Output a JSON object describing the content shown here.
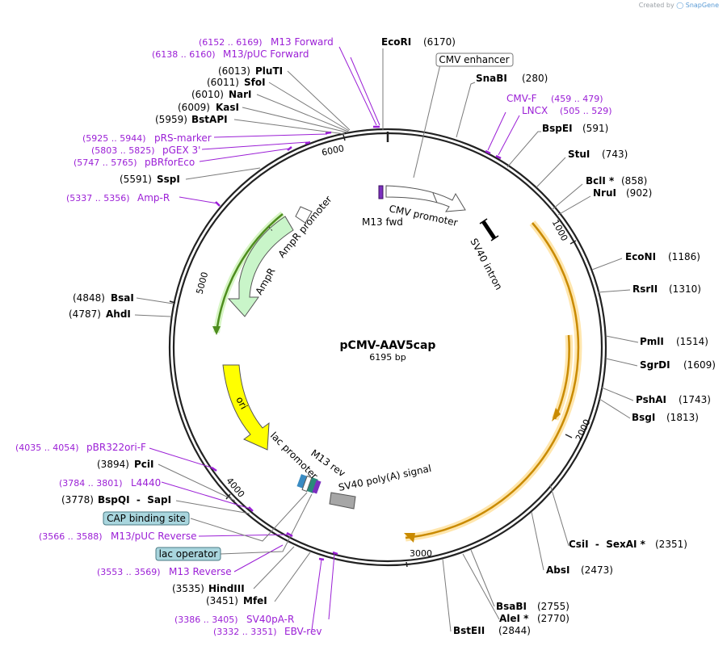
{
  "credit": {
    "prefix": "Created by",
    "brand": "SnapGene"
  },
  "plasmid": {
    "name": "pCMV-AAV5cap",
    "length_label": "6195 bp",
    "length": 6195
  },
  "colors": {
    "site": "#000000",
    "primer": "#9b1fd6",
    "orf": "#ffb21a",
    "amp": "#c9f5c9",
    "ori": "#ffff00",
    "promoter": "#ffffff",
    "terminator": "#a6a6a6"
  },
  "ticks": [
    "1000",
    "2000",
    "3000",
    "4000",
    "5000",
    "6000"
  ],
  "enzymes": [
    {
      "name": "EcoRI",
      "pos": "(6170)"
    },
    {
      "name": "SnaBI",
      "pos": "(280)"
    },
    {
      "name": "BspEI",
      "pos": "(591)"
    },
    {
      "name": "StuI",
      "pos": "(743)"
    },
    {
      "name": "BclI *",
      "pos": "(858)"
    },
    {
      "name": "NruI",
      "pos": "(902)"
    },
    {
      "name": "EcoNI",
      "pos": "(1186)"
    },
    {
      "name": "RsrII",
      "pos": "(1310)"
    },
    {
      "name": "PmlI",
      "pos": "(1514)"
    },
    {
      "name": "SgrDI",
      "pos": "(1609)"
    },
    {
      "name": "PshAI",
      "pos": "(1743)"
    },
    {
      "name": "BsgI",
      "pos": "(1813)"
    },
    {
      "name": "CsiI  -  SexAI *",
      "pos": "(2351)"
    },
    {
      "name": "AbsI",
      "pos": "(2473)"
    },
    {
      "name": "BsaBI",
      "pos": "(2755)"
    },
    {
      "name": "AleI *",
      "pos": "(2770)"
    },
    {
      "name": "BstEII",
      "pos": "(2844)"
    },
    {
      "name": "MfeI",
      "pos": "(3451)"
    },
    {
      "name": "HindIII",
      "pos": "(3535)"
    },
    {
      "name": "BspQI  -  SapI",
      "pos": "(3778)"
    },
    {
      "name": "PciI",
      "pos": "(3894)"
    },
    {
      "name": "AhdI",
      "pos": "(4787)"
    },
    {
      "name": "BsaI",
      "pos": "(4848)"
    },
    {
      "name": "SspI",
      "pos": "(5591)"
    },
    {
      "name": "BstAPI",
      "pos": "(5959)"
    },
    {
      "name": "KasI",
      "pos": "(6009)"
    },
    {
      "name": "NarI",
      "pos": "(6010)"
    },
    {
      "name": "SfoI",
      "pos": "(6011)"
    },
    {
      "name": "PluTI",
      "pos": "(6013)"
    }
  ],
  "primers": [
    {
      "range": "(6152 .. 6169)",
      "name": "M13 Forward"
    },
    {
      "range": "(6138 .. 6160)",
      "name": "M13/pUC Forward"
    },
    {
      "range": "(459 .. 479)",
      "name": "CMV-F"
    },
    {
      "range": "(505 .. 529)",
      "name": "LNCX"
    },
    {
      "range": "(5925 .. 5944)",
      "name": "pRS-marker"
    },
    {
      "range": "(5803 .. 5825)",
      "name": "pGEX 3'"
    },
    {
      "range": "(5747 .. 5765)",
      "name": "pBRforEco"
    },
    {
      "range": "(5337 .. 5356)",
      "name": "Amp-R"
    },
    {
      "range": "(4035 .. 4054)",
      "name": "pBR322ori-F"
    },
    {
      "range": "(3784 .. 3801)",
      "name": "L4440"
    },
    {
      "range": "(3566 .. 3588)",
      "name": "M13/pUC Reverse"
    },
    {
      "range": "(3553 .. 3569)",
      "name": "M13 Reverse"
    },
    {
      "range": "(3386 .. 3405)",
      "name": "SV40pA-R"
    },
    {
      "range": "(3332 .. 3351)",
      "name": "EBV-rev"
    }
  ],
  "boxed_features": [
    {
      "name": "CMV enhancer"
    },
    {
      "name": "CAP binding site"
    },
    {
      "name": "lac operator"
    }
  ],
  "features": {
    "cmv_promoter": "CMV promoter",
    "m13_fwd": "M13 fwd",
    "sv40_intron": "SV40 intron",
    "ampr_promoter": "AmpR promoter",
    "ampr": "AmpR",
    "ori": "ori",
    "lac_promoter": "lac promoter",
    "m13_rev": "M13 rev",
    "sv40_polya": "SV40 poly(A) signal"
  }
}
